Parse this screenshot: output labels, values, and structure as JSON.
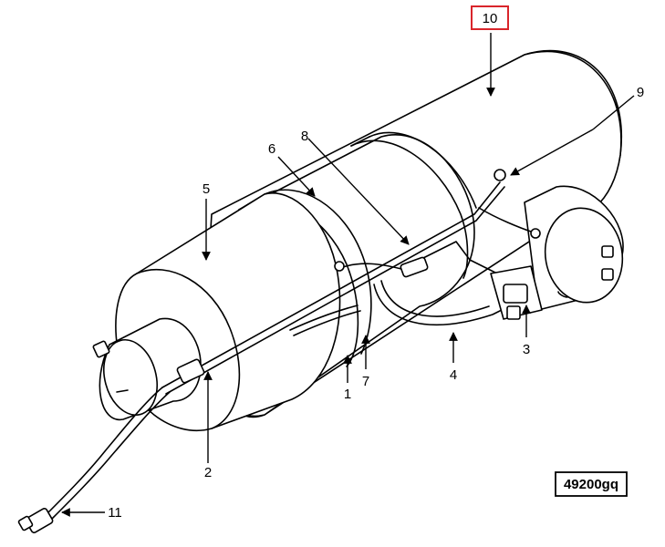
{
  "diagram": {
    "figure_code": "49200gq",
    "callouts": [
      {
        "id": "1",
        "label": "1"
      },
      {
        "id": "2",
        "label": "2"
      },
      {
        "id": "3",
        "label": "3"
      },
      {
        "id": "4",
        "label": "4"
      },
      {
        "id": "5",
        "label": "5"
      },
      {
        "id": "6",
        "label": "6"
      },
      {
        "id": "7",
        "label": "7"
      },
      {
        "id": "8",
        "label": "8"
      },
      {
        "id": "9",
        "label": "9"
      },
      {
        "id": "10",
        "label": "10",
        "highlighted": true
      },
      {
        "id": "11",
        "label": "11"
      }
    ],
    "highlight_color": "#d9252b"
  }
}
